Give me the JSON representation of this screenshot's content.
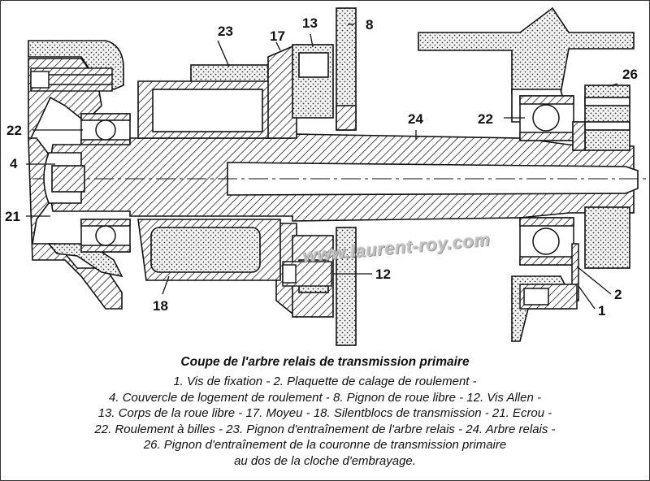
{
  "labels": {
    "l1": "1",
    "l2": "2",
    "l4": "4",
    "l8": "8",
    "l12": "12",
    "l13": "13",
    "l17": "17",
    "l18": "18",
    "l21": "21",
    "l22_left": "22",
    "l22_right": "22",
    "l23": "23",
    "l24": "24",
    "l26": "26"
  },
  "watermark": "www.laurent-roy.com",
  "caption": {
    "title": "Coupe de l'arbre relais de transmission primaire",
    "lines": [
      "1. Vis de fixation - 2. Plaquette de calage de roulement -",
      "4. Couvercle de logement de roulement - 8. Pignon de roue libre - 12. Vis Allen -",
      "13. Corps de la roue libre - 17. Moyeu - 18. Silentblocs de transmission - 21. Ecrou -",
      "22. Roulement à billes - 23. Pignon d'entraînement de l'arbre relais - 24. Arbre relais -",
      "26. Pignon d'entraînement de la couronne de transmission primaire",
      "au dos de la cloche d'embrayage."
    ]
  }
}
